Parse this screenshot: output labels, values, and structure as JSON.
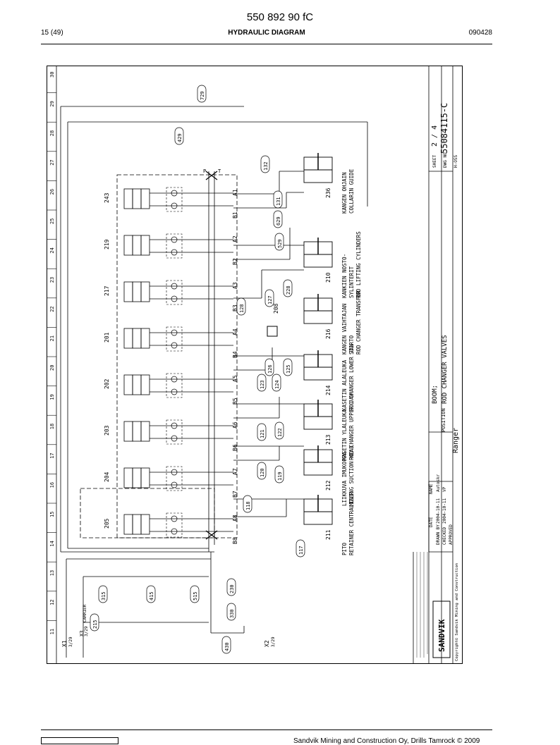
{
  "header": {
    "doc_number": "550 892 90 fC",
    "page": "15 (49)",
    "title": "HYDRAULIC DIAGRAM",
    "date_code": "090428"
  },
  "footer": {
    "text": "Sandvik Mining and Construction Oy, Drills Tamrock © 2009"
  },
  "diagram": {
    "column_numbers": [
      "30",
      "29",
      "28",
      "27",
      "26",
      "25",
      "24",
      "23",
      "22",
      "21",
      "20",
      "19",
      "18",
      "17",
      "16",
      "15",
      "14",
      "13",
      "12",
      "11"
    ],
    "valve_sections": [
      {
        "num": "243",
        "port_top": "A1",
        "port_bot": "B1"
      },
      {
        "num": "219",
        "port_top": "A2",
        "port_bot": "B2"
      },
      {
        "num": "217",
        "port_top": "A3",
        "port_bot": "B3"
      },
      {
        "num": "201",
        "port_top": "A4",
        "port_bot": "B4"
      },
      {
        "num": "202",
        "port_top": "A5",
        "port_bot": "B5"
      },
      {
        "num": "203",
        "port_top": "A6",
        "port_bot": "B6"
      },
      {
        "num": "204",
        "port_top": "A7",
        "port_bot": "B7"
      },
      {
        "num": "205",
        "port_top": "A8",
        "port_bot": "B8"
      }
    ],
    "hoses": [
      "729",
      "429",
      "132",
      "131",
      "629",
      "529",
      "228",
      "127",
      "128",
      "126",
      "125",
      "124",
      "123",
      "122",
      "121",
      "120",
      "119",
      "118",
      "117",
      "315",
      "415",
      "515",
      "230",
      "330",
      "430",
      "215"
    ],
    "cylinders": [
      {
        "num": "236",
        "label1": "KANGEN OHJAIN",
        "label2": "COLLARIN GUIDE"
      },
      {
        "num": "210",
        "label1": "KANKIEN NOSTO-",
        "label2": "SYLINTERIT",
        "label3": "ROD LIFTING CYLINDERS"
      },
      {
        "num": "216",
        "label1": "KANGEN VAIHTAJAN",
        "label2": "SIIRTO",
        "label3": "ROD CHANGER TRANSFER"
      },
      {
        "num": "214",
        "label1": "KASETIN ALALEUKA",
        "label2": "ROD CHANGER LOWER JAW"
      },
      {
        "num": "213",
        "label1": "KASETIN YLALEUKA",
        "label2": "ROD CHANGER UPPER JAW"
      },
      {
        "num": "212",
        "label1": "LIIKKUVA IMUKOPPA",
        "label2": "MOVING SUCTION HEAD"
      },
      {
        "num": "211",
        "label1": "PITO",
        "label2": "RETAINER CENTRALIZER"
      }
    ],
    "extra_labels": {
      "p": "P",
      "t": "T",
      "x1": "X1",
      "x1ref": "3/29",
      "x2": "X2",
      "x2ref": "3/29",
      "x3": "X3",
      "x3ref": "3/29",
      "carrier": "CARRIER",
      "block208": "208",
      "block215": "215",
      "moving": "215"
    },
    "title_block": {
      "title_line1": "BOOM;",
      "title_line2": "ROD CHANGER VALVES",
      "sheet_label": "SHEET",
      "sheet": "2 / 4",
      "dwg_label": "DWG NO",
      "dwg_no": "55084115-C",
      "code": "H-OSS",
      "position_label": "POSITION",
      "model": "Ranger",
      "name_label": "NAME",
      "date_label": "DATE",
      "drawn": "DRAWN BY",
      "drawn_date": "2004-10-11",
      "drawn_name": "Autoskr",
      "checked": "CHECKED",
      "checked_date": "2004-10-11",
      "checked_name": "VP",
      "approved": "APPROVED",
      "brand": "SANDVIK",
      "copyright": "Copyright© Sandvik Mining and Construction"
    }
  }
}
